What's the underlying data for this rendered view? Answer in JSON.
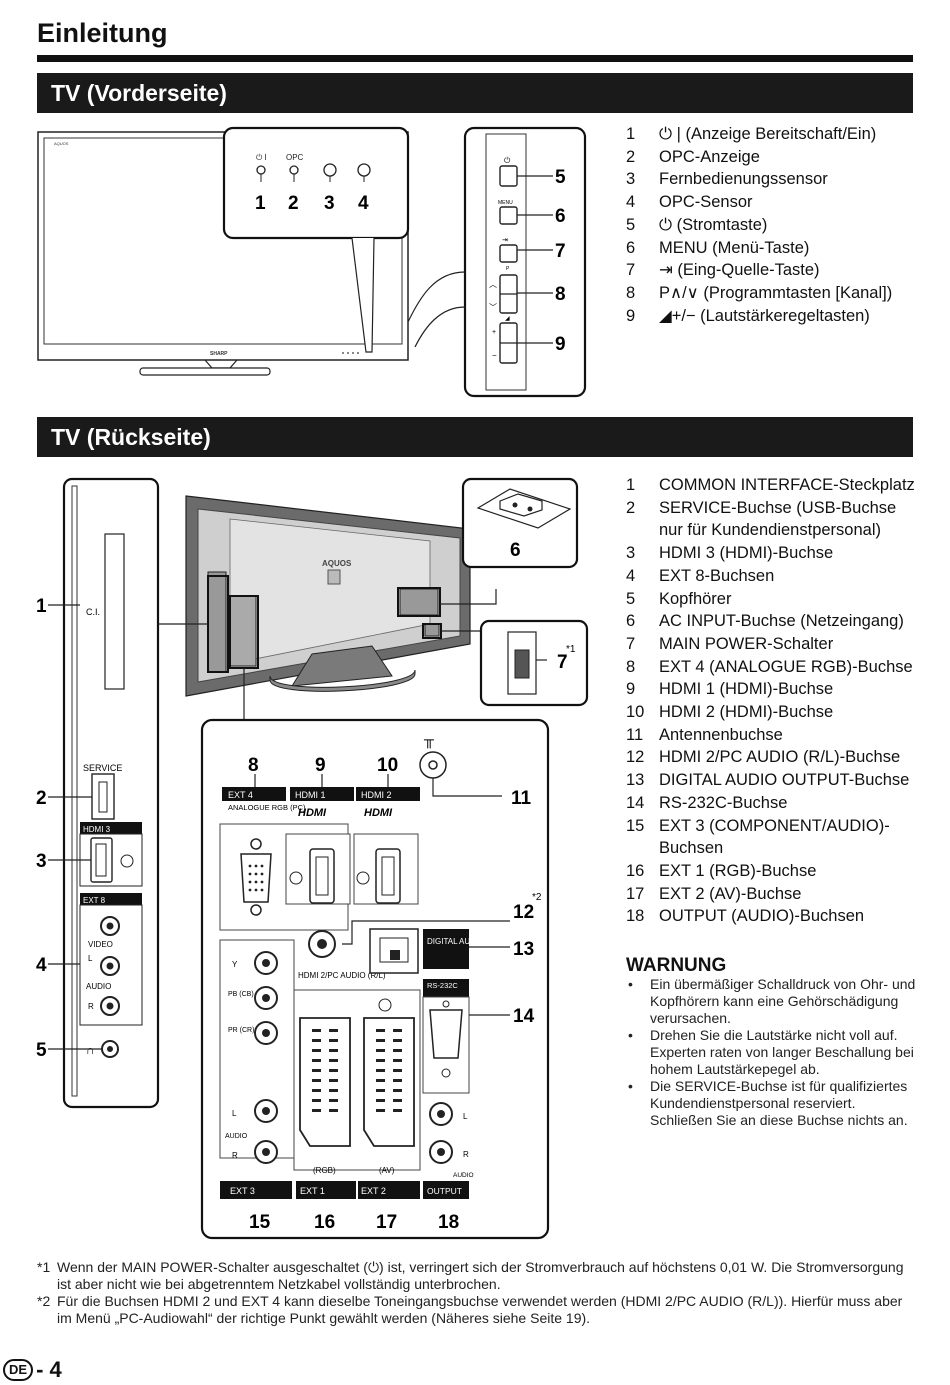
{
  "page": {
    "title": "Einleitung",
    "page_label": "- 4",
    "lang_badge": "DE"
  },
  "front": {
    "heading": "TV (Vorderseite)",
    "diagram": {
      "brand_small": "AQUOS",
      "brand_bottom": "SHARP",
      "led_labels": [
        "⏻ I",
        "OPC"
      ],
      "led_numbers": [
        "1",
        "2",
        "3",
        "4"
      ],
      "side_labels": [
        "⏻",
        "MENU",
        "⇥",
        "P",
        "︿",
        "﹀",
        "+",
        "◢",
        "−"
      ],
      "callout_numbers": [
        "5",
        "6",
        "7",
        "8",
        "9"
      ]
    },
    "legend": [
      {
        "num": "1",
        "text": "⏻ | (Anzeige Bereitschaft/Ein)"
      },
      {
        "num": "2",
        "text": "OPC-Anzeige"
      },
      {
        "num": "3",
        "text": "Fernbedienungssensor"
      },
      {
        "num": "4",
        "text": "OPC-Sensor"
      },
      {
        "num": "5",
        "text": "⏻ (Stromtaste)"
      },
      {
        "num": "6",
        "text": "MENU (Menü-Taste)"
      },
      {
        "num": "7",
        "text": "⇥ (Eing-Quelle-Taste)"
      },
      {
        "num": "8",
        "text": "P∧/∨ (Programmtasten [Kanal])"
      },
      {
        "num": "9",
        "text": "◢+/− (Lautstärkeregeltasten)"
      }
    ]
  },
  "back": {
    "heading": "TV (Rückseite)",
    "diagram": {
      "brand": "AQUOS",
      "left_panel": {
        "ci": "C.I.",
        "service": "SERVICE",
        "hdmi3": "HDMI 3",
        "ext8": "EXT 8",
        "video": "VIDEO",
        "audio_l": "L",
        "audio": "AUDIO",
        "audio_r": "R"
      },
      "left_numbers": [
        "1",
        "2",
        "3",
        "4",
        "5"
      ],
      "top_numbers": [
        "8",
        "9",
        "10",
        "11"
      ],
      "right_numbers": [
        "6",
        "7",
        "12",
        "13",
        "14"
      ],
      "bottom_numbers": [
        "15",
        "16",
        "17",
        "18"
      ],
      "footnote_marks": [
        "*1",
        "*2"
      ],
      "labels": {
        "ext4": "EXT 4",
        "ext4_sub": "ANALOGUE RGB (PC)",
        "hdmi1": "HDMI 1",
        "hdmi2": "HDMI 2",
        "hdmi_logo": "HDMI",
        "y": "Y",
        "pb": "PB (CB)",
        "pr": "PR (CR)",
        "l": "L",
        "audio": "AUDIO",
        "r": "R",
        "hdmi2_pc": "HDMI 2/PC AUDIO (R/L)",
        "digital_audio": "DIGITAL AUDIO OUTPUT",
        "rs232c": "RS-232C",
        "rgb": "(RGB)",
        "av": "(AV)",
        "ext3": "EXT 3",
        "ext1": "EXT 1",
        "ext2": "EXT 2",
        "output": "OUTPUT"
      }
    },
    "legend": [
      {
        "num": "1",
        "text": "COMMON INTERFACE-Steckplatz"
      },
      {
        "num": "2",
        "text": "SERVICE-Buchse (USB-Buchse nur für Kundendienstpersonal)"
      },
      {
        "num": "3",
        "text": "HDMI 3 (HDMI)-Buchse"
      },
      {
        "num": "4",
        "text": "EXT 8-Buchsen"
      },
      {
        "num": "5",
        "text": "Kopfhörer"
      },
      {
        "num": "6",
        "text": "AC INPUT-Buchse (Netzeingang)"
      },
      {
        "num": "7",
        "text": "MAIN POWER-Schalter"
      },
      {
        "num": "8",
        "text": "EXT 4 (ANALOGUE RGB)-Buchse"
      },
      {
        "num": "9",
        "text": "HDMI 1 (HDMI)-Buchse"
      },
      {
        "num": "10",
        "text": "HDMI 2 (HDMI)-Buchse"
      },
      {
        "num": "11",
        "text": "Antennenbuchse"
      },
      {
        "num": "12",
        "text": "HDMI 2/PC AUDIO (R/L)-Buchse"
      },
      {
        "num": "13",
        "text": "DIGITAL AUDIO OUTPUT-Buchse"
      },
      {
        "num": "14",
        "text": "RS-232C-Buchse"
      },
      {
        "num": "15",
        "text": "EXT 3 (COMPONENT/AUDIO)-Buchsen"
      },
      {
        "num": "16",
        "text": "EXT 1 (RGB)-Buchse"
      },
      {
        "num": "17",
        "text": "EXT 2 (AV)-Buchse"
      },
      {
        "num": "18",
        "text": "OUTPUT (AUDIO)-Buchsen"
      }
    ],
    "warning": {
      "title": "WARNUNG",
      "items": [
        "Ein übermäßiger Schalldruck von Ohr- und Kopfhörern kann eine Gehörschädigung verursachen.",
        "Drehen Sie die Lautstärke nicht voll auf. Experten raten von langer Beschallung bei hohem Lautstärkepegel ab.",
        "Die SERVICE-Buchse ist für qualifiziertes Kundendienstpersonal reserviert. Schließen Sie an diese Buchse nichts an."
      ]
    }
  },
  "footnotes": [
    {
      "mark": "*1",
      "text": "Wenn der MAIN POWER-Schalter ausgeschaltet (⏻) ist, verringert sich der Stromverbrauch auf höchstens 0,01 W. Die Stromversorgung ist aber nicht wie bei abgetrenntem Netzkabel vollständig unterbrochen."
    },
    {
      "mark": "*2",
      "text": "Für die Buchsen HDMI 2 und EXT 4 kann dieselbe Toneingangsbuchse verwendet werden (HDMI 2/PC AUDIO (R/L)). Hierfür muss aber im Menü „PC-Audiowahl“ der richtige Punkt gewählt werden (Näheres siehe Seite 19)."
    }
  ]
}
